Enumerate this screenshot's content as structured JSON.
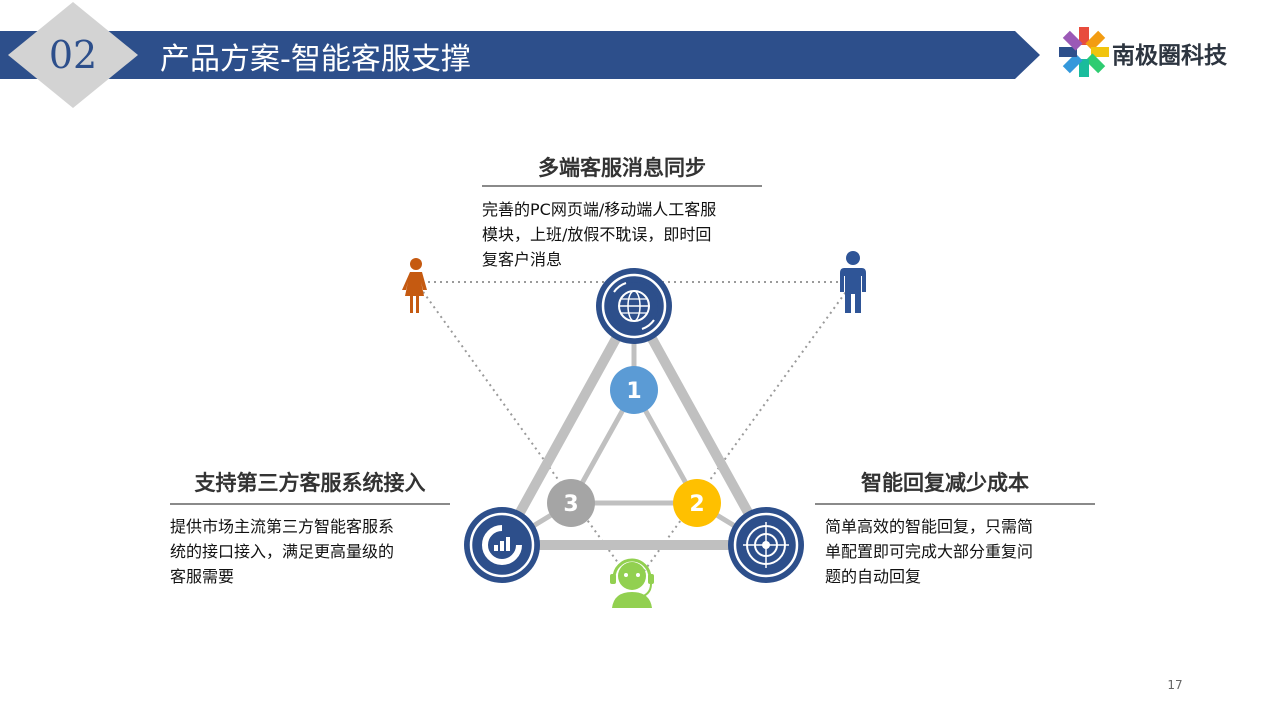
{
  "header": {
    "section_number": "02",
    "title": "产品方案-智能客服支撑",
    "logo_text": "南极圈科技"
  },
  "features": [
    {
      "title": "多端客服消息同步",
      "description": "完善的PC网页端/移动端人工客服\n模块，上班/放假不耽误，即时回\n复客户消息"
    },
    {
      "title": "智能回复减少成本",
      "description": "简单高效的智能回复，只需简\n单配置即可完成大部分重复问\n题的自动回复"
    },
    {
      "title": "支持第三方客服系统接入",
      "description": "提供市场主流第三方智能客服系\n统的接口接入，满足更高量级的\n客服需要"
    }
  ],
  "badges": [
    "1",
    "2",
    "3"
  ],
  "page_number": "17",
  "colors": {
    "banner_blue": "#2d4f8b",
    "diamond_gray": "#d3d3d3",
    "node_blue": "#2d4f8b",
    "badge_1": "#5b9bd5",
    "badge_2": "#ffc000",
    "badge_3": "#a5a5a5",
    "female_icon": "#c55a11",
    "male_icon": "#2f5597",
    "agent_icon": "#92d050",
    "triangle_line": "#c0c0c0"
  },
  "icons": [
    "globe-icon",
    "target-icon",
    "chart-icon",
    "female-user-icon",
    "male-user-icon",
    "headset-agent-icon"
  ]
}
